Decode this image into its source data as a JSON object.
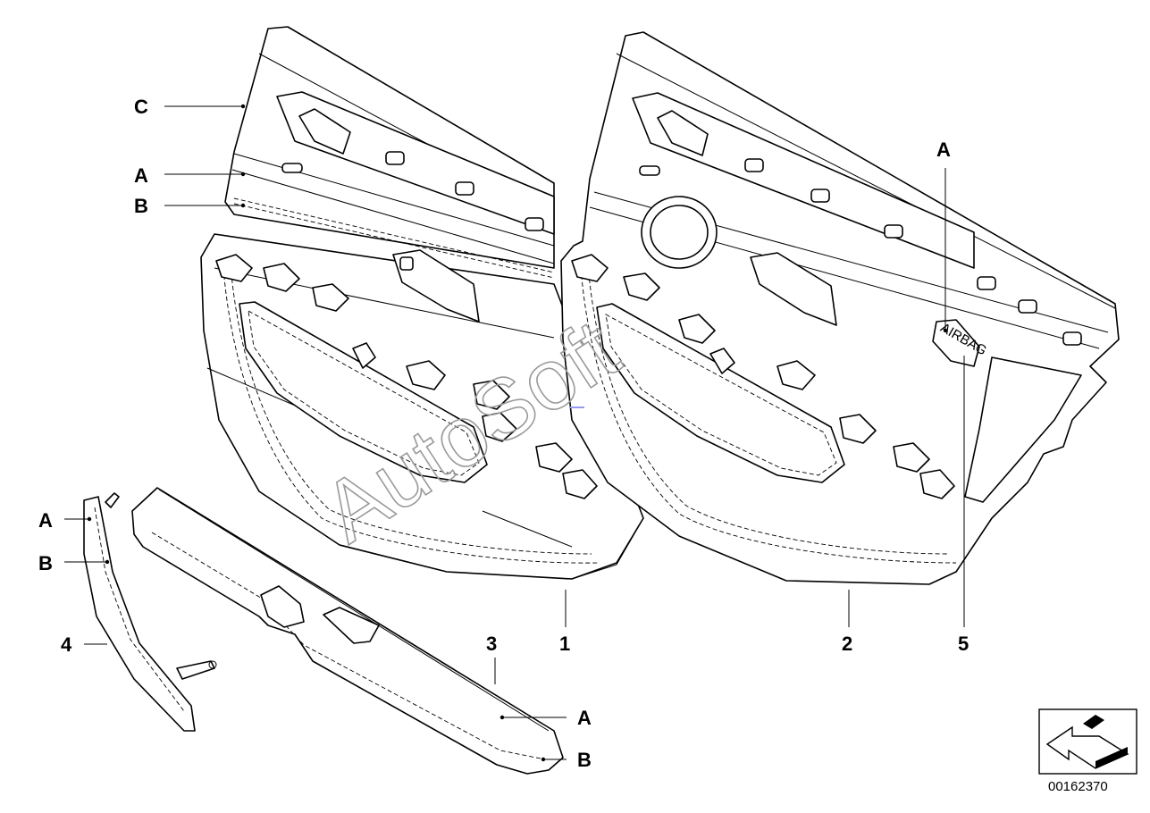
{
  "watermark": "AutoSoft",
  "reference_number": "00162370",
  "callouts": {
    "c_top": "C",
    "a_top_left": "A",
    "b_top_left": "B",
    "a_top_right": "A",
    "a_trim": "A",
    "b_trim": "B",
    "n4": "4",
    "n3": "3",
    "a_bottom": "A",
    "b_bottom": "B",
    "n1": "1",
    "n2": "2",
    "n5": "5"
  },
  "airbag_tag": "AIRBAG",
  "icons": {
    "reference_arrow": "arrow-icon"
  }
}
